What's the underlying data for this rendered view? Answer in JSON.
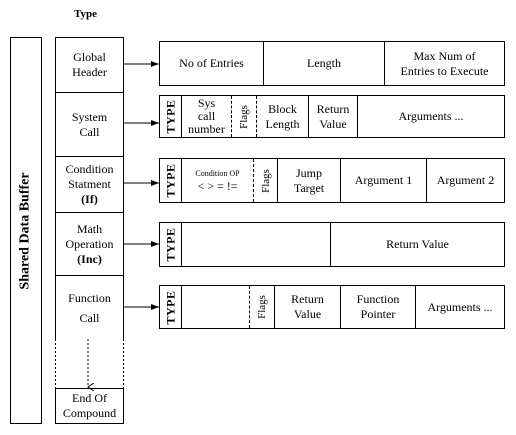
{
  "type_header": "Type",
  "shared_buffer_label": "Shared Data Buffer",
  "type_column": [
    {
      "line1": "Global",
      "line2": "Header",
      "line3": ""
    },
    {
      "line1": "System",
      "line2": "Call",
      "line3": ""
    },
    {
      "line1": "Condition",
      "line2": "Statment",
      "line3": "(If)"
    },
    {
      "line1": "Math",
      "line2": "Operation",
      "line3": "(Inc)"
    },
    {
      "line1": "Function",
      "line2": "Call",
      "line3": ""
    }
  ],
  "end_compound": {
    "line1": "End Of",
    "line2": "Compound"
  },
  "rows": {
    "global_header": {
      "entries": "No of Entries",
      "length": "Length",
      "max_num": {
        "line1": "Max Num of",
        "line2": "Entries to Execute"
      }
    },
    "system_call": {
      "type": "TYPE",
      "sys_call": {
        "line1": "Sys",
        "line2": "call",
        "line3": "number"
      },
      "flags": "Flags",
      "block_length": {
        "line1": "Block",
        "line2": "Length"
      },
      "return_value": {
        "line1": "Return",
        "line2": "Value"
      },
      "arguments": "Arguments ..."
    },
    "condition": {
      "type": "TYPE",
      "cond_op": {
        "line1": "Condition OP",
        "line2": "< > = !="
      },
      "flags": "Flags",
      "jump_target": {
        "line1": "Jump",
        "line2": "Target"
      },
      "arg1": "Argument 1",
      "arg2": "Argument 2"
    },
    "math": {
      "type": "TYPE",
      "return_value": "Return Value"
    },
    "function_call": {
      "type": "TYPE",
      "flags": "Flags",
      "return_value": {
        "line1": "Return",
        "line2": "Value"
      },
      "function_pointer": {
        "line1": "Function",
        "line2": "Pointer"
      },
      "arguments": "Arguments ..."
    }
  }
}
